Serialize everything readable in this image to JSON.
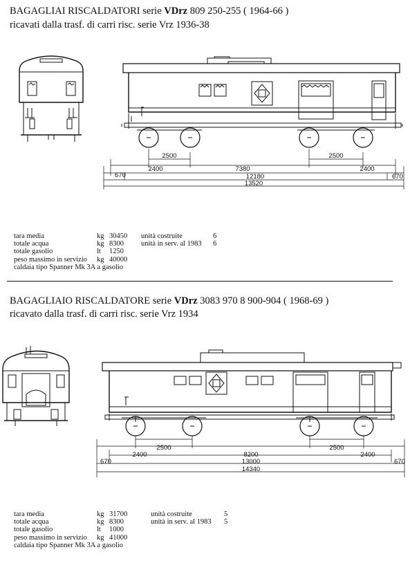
{
  "section1": {
    "title_pre": "BAGAGLIAI  RISCALDATORI serie ",
    "title_bold": "VDrz",
    "title_post": " 809 250-255 ( 1964-66 )",
    "subtitle": "ricavati dalla trasf. di carri risc. serie Vrz 1936-38",
    "dims": [
      "2500",
      "2500",
      "2400",
      "7380",
      "2400",
      "670",
      "12180",
      "670",
      "13520"
    ],
    "specs": [
      {
        "label": "tara media",
        "unit": "kg",
        "value": "30450",
        "extra_label": "unità costruite",
        "extra_value": "6"
      },
      {
        "label": "totale acqua",
        "unit": "kg",
        "value": "8300",
        "extra_label": "unità in serv. al 1983",
        "extra_value": "6"
      },
      {
        "label": "totale gasolio",
        "unit": "lt",
        "value": "1250",
        "extra_label": "",
        "extra_value": ""
      },
      {
        "label": "peso massimo in servizio",
        "unit": "kg",
        "value": "40000",
        "extra_label": "",
        "extra_value": ""
      },
      {
        "label": "caldaia tipo Spanner Mk 3A a gasolio",
        "unit": "",
        "value": "",
        "extra_label": "",
        "extra_value": ""
      }
    ]
  },
  "section2": {
    "title_pre": "BAGAGLIAIO  RISCALDATORE  serie  ",
    "title_bold": "VDrz",
    "title_post": " 3083 970 8 900-904  ( 1968-69 )",
    "subtitle": "ricavato dalla trasf. di carri risc. serie Vrz 1934",
    "dims": [
      "2500",
      "2500",
      "2400",
      "8200",
      "2400",
      "670",
      "13000",
      "670",
      "14340"
    ],
    "specs": [
      {
        "label": "tara  media",
        "unit": "kg",
        "value": "31700",
        "extra_label": "unità costruite",
        "extra_value": "5"
      },
      {
        "label": "totale acqua",
        "unit": "kg",
        "value": "8300",
        "extra_label": "unità in serv. al 1983",
        "extra_value": "5"
      },
      {
        "label": "totale gasolio",
        "unit": "lt",
        "value": "1000",
        "extra_label": "",
        "extra_value": ""
      },
      {
        "label": "peso massimo in servizio",
        "unit": "kg",
        "value": "41000",
        "extra_label": "",
        "extra_value": ""
      },
      {
        "label": "caldaia tipo Spanner Mk 3A a gasolio",
        "unit": "",
        "value": "",
        "extra_label": "",
        "extra_value": ""
      }
    ]
  }
}
